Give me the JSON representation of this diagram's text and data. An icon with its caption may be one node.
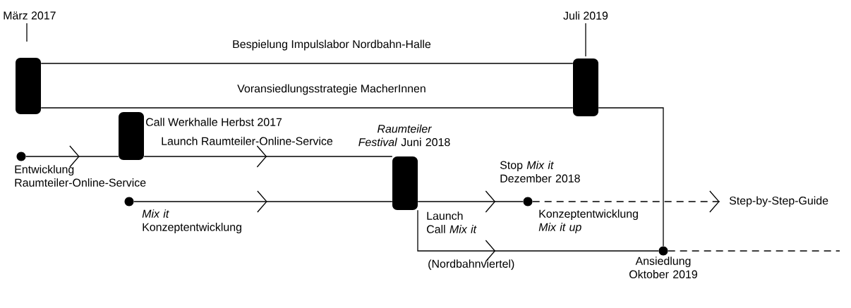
{
  "diagram": {
    "nodes": [
      {
        "text": [],
        "shape": "bar",
        "beside": [
          "März 2017"
        ]
      },
      {
        "text": [],
        "shape": "bar",
        "beside": [
          "Juli 2019"
        ]
      },
      {
        "text": [],
        "shape": "bar",
        "beside": [
          "Call Werkhalle Herbst 2017"
        ]
      },
      {
        "text": [],
        "shape": "bar",
        "beside": [
          "*Raumteiler Festival* Juni 2018"
        ]
      },
      {
        "text": [],
        "shape": "circle",
        "beside": [
          "Entwicklung Raumteiler-Online-Service"
        ]
      },
      {
        "text": [],
        "shape": "circle",
        "beside": [
          "*Mix it* Konzeptentwicklung"
        ]
      },
      {
        "text": [],
        "shape": "circle",
        "beside": [
          "Stop *Mix it* Dezember 2018"
        ]
      },
      {
        "text": [],
        "shape": "circle",
        "beside": [
          "Ansiedlung Oktober 2019"
        ]
      },
      {
        "text": [
          "Step-by-Step-Guide"
        ]
      }
    ],
    "edges": [
      {
        "from": 0,
        "to": 1,
        "arrow": "none",
        "label": "Bespielung Impulslabor Nordbahn-Halle"
      },
      {
        "from": 0,
        "to": 1,
        "arrow": "none",
        "label": "Voransiedlungsstrategie MacherInnen"
      },
      {
        "from": 1,
        "to": 7,
        "arrow": "none"
      },
      {
        "from": 4,
        "to": 2,
        "arrow": "to"
      },
      {
        "from": 2,
        "to": 3,
        "arrow": "to",
        "label": "Launch Raumteiler-Online-Service"
      },
      {
        "from": 5,
        "to": 3,
        "arrow": "to"
      },
      {
        "from": 3,
        "to": 6,
        "arrow": "to",
        "label": "Launch Call *Mix it*"
      },
      {
        "from": 3,
        "to": 7,
        "arrow": "to",
        "label": "(Nordbahnviertel)"
      },
      {
        "from": 6,
        "to": 8,
        "arrow": "to",
        "style": "dashed",
        "label": "Konzeptentwicklung *Mix it up*"
      },
      {
        "from": 7,
        "to": null,
        "arrow": "none",
        "style": "dashed"
      }
    ]
  }
}
